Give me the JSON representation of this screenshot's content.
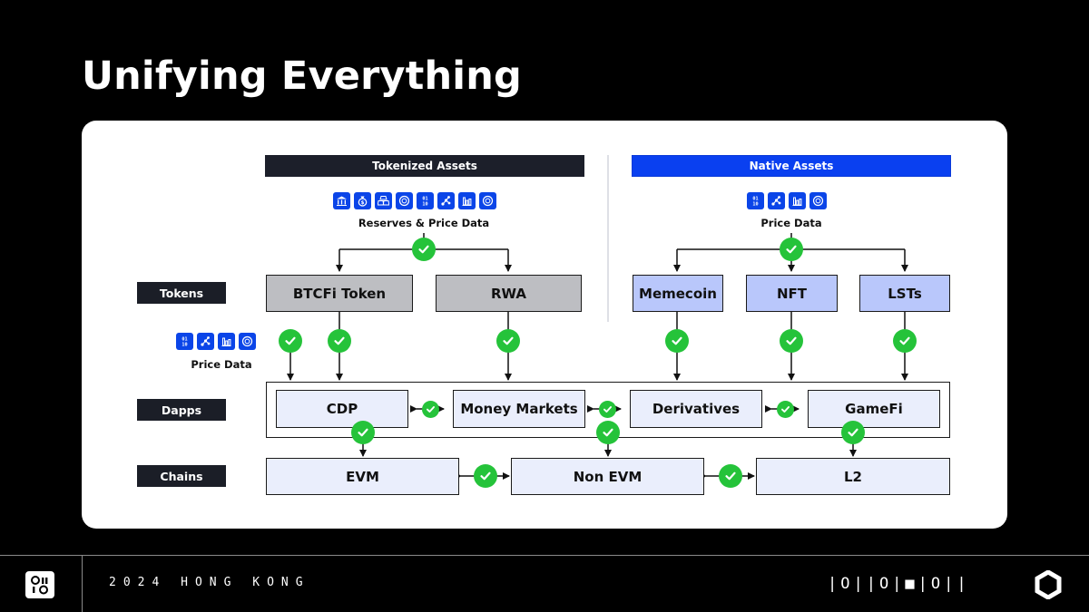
{
  "slide": {
    "title": "Unifying Everything"
  },
  "headers": {
    "tokenized": "Tokenized Assets",
    "native": "Native Assets"
  },
  "captions": {
    "reserves_price": "Reserves  & Price Data",
    "native_price": "Price Data",
    "side_price": "Price Data"
  },
  "rows": {
    "tokens": "Tokens",
    "dapps": "Dapps",
    "chains": "Chains"
  },
  "tokens": {
    "btcfi": "BTCFi Token",
    "rwa": "RWA",
    "memecoin": "Memecoin",
    "nft": "NFT",
    "lsts": "LSTs"
  },
  "dapps": {
    "cdp": "CDP",
    "money_markets": "Money Markets",
    "derivatives": "Derivatives",
    "gamefi": "GameFi"
  },
  "chains": {
    "evm": "EVM",
    "non_evm": "Non EVM",
    "l2": "L2"
  },
  "icons": {
    "tokenized": [
      "bank-icon",
      "money-bag-icon",
      "gold-bars-icon",
      "coin-icon",
      "binary-data-icon",
      "network-graph-icon",
      "bar-chart-icon",
      "coin-icon"
    ],
    "native": [
      "binary-data-icon",
      "network-graph-icon",
      "bar-chart-icon",
      "coin-icon"
    ],
    "side": [
      "binary-data-icon",
      "network-graph-icon",
      "bar-chart-icon",
      "coin-icon"
    ]
  },
  "footer": {
    "event": "2024 HONG KONG",
    "code": "|O||O|■|O||"
  },
  "colors": {
    "background": "#000000",
    "accent_blue": "#0a40f0",
    "check_green": "#25c33a",
    "token_gray": "#bdbec2",
    "token_light_blue": "#b9c7fb",
    "box_pale": "#eaeefc"
  }
}
